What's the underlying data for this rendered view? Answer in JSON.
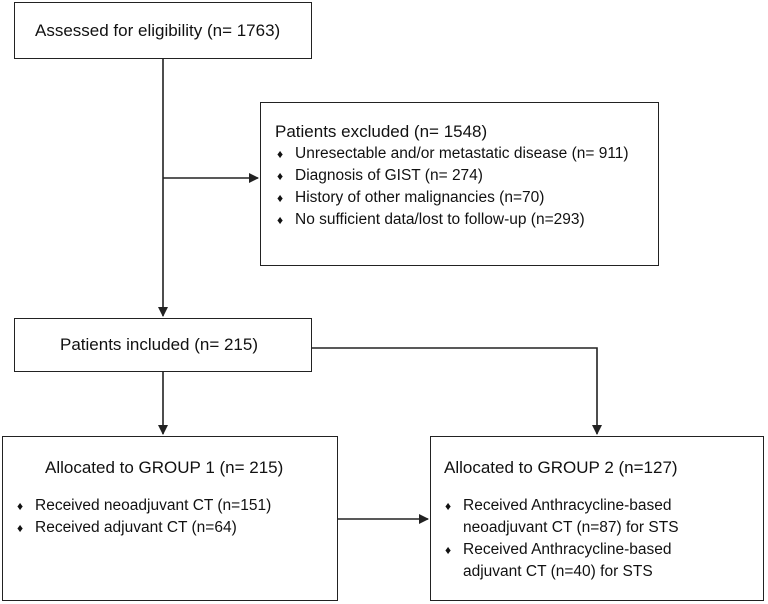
{
  "assessed": {
    "label": "Assessed for eligibility (n= 1763)"
  },
  "excluded": {
    "title": "Patients excluded (n= 1548)",
    "items": [
      "Unresectable and/or metastatic disease (n= 911)",
      "Diagnosis of GIST (n= 274)",
      "History of other malignancies (n=70)",
      "No sufficient data/lost to follow-up (n=293)"
    ]
  },
  "included": {
    "label": "Patients included (n= 215)"
  },
  "group1": {
    "title": "Allocated to GROUP 1 (n= 215)",
    "items": [
      "Received neoadjuvant CT (n=151)",
      "Received adjuvant CT (n=64)"
    ]
  },
  "group2": {
    "title": "Allocated to GROUP 2 (n=127)",
    "items": [
      {
        "line1": "Received Anthracycline-based",
        "line2": "neoadjuvant  CT (n=87) for STS"
      },
      {
        "line1": "Received Anthracycline-based",
        "line2": "adjuvant CT (n=40) for STS"
      }
    ]
  },
  "bullet_glyph": "♦"
}
